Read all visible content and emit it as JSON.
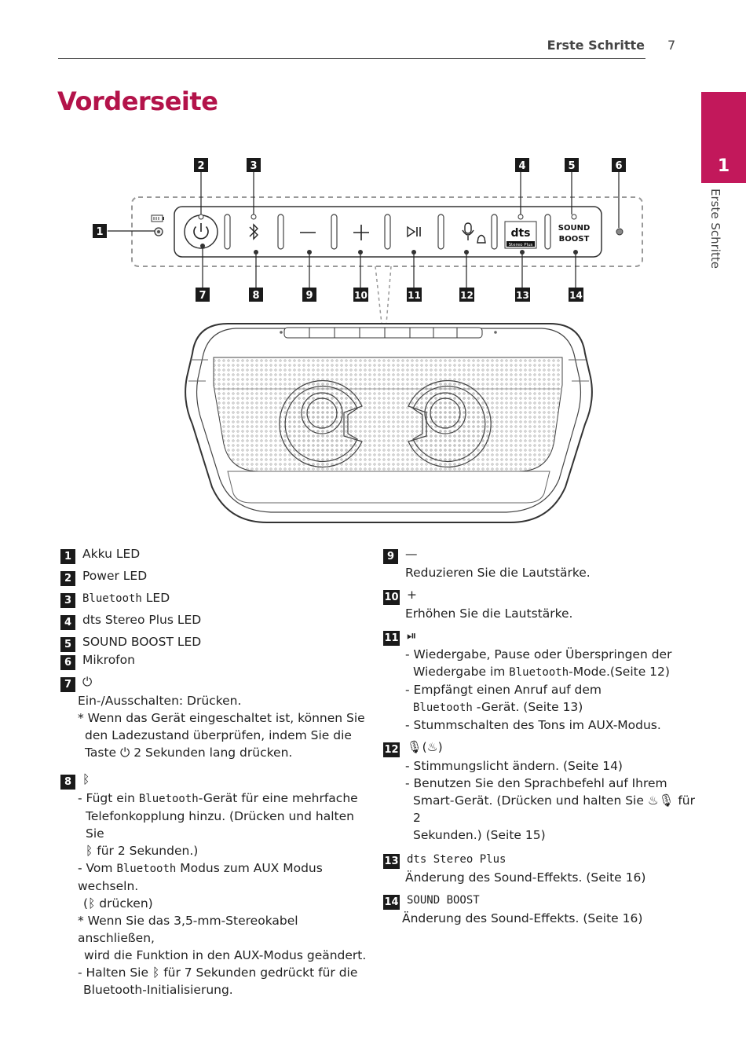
{
  "header": {
    "section": "Erste Schritte",
    "page": "7"
  },
  "side_tab": {
    "number": "1",
    "label": "Erste Schritte"
  },
  "title": "Vorderseite",
  "diagram": {
    "callouts_top": [
      "2",
      "3",
      "4",
      "5",
      "6"
    ],
    "callout_left": "1",
    "callouts_bottom": [
      "7",
      "8",
      "9",
      "10",
      "11",
      "12",
      "13",
      "14"
    ],
    "dts_logo": "dts",
    "dts_sub": "Stereo Plus",
    "sound_label_1": "SOUND",
    "sound_label_2": "BOOST"
  },
  "legend_left": {
    "i1": {
      "num": "1",
      "text": "Akku LED"
    },
    "i2": {
      "num": "2",
      "text": "Power LED"
    },
    "i3": {
      "num": "3",
      "name": "Bluetooth",
      "text": " LED"
    },
    "i4": {
      "num": "4",
      "text": "dts Stereo Plus LED"
    },
    "i5": {
      "num": "5",
      "text": "SOUND BOOST LED"
    },
    "i6": {
      "num": "6",
      "text": "Mikrofon"
    },
    "i7": {
      "num": "7",
      "icon": "power-icon",
      "line1": "Ein-/Ausschalten: Drücken.",
      "note1": "* Wenn das Gerät eingeschaltet ist, können Sie",
      "note2": "den Ladezustand überprüfen, indem Sie die",
      "note3a": "Taste ",
      "note3b": " 2 Sekunden lang drücken."
    },
    "i8": {
      "num": "8",
      "icon": "bluetooth-icon",
      "a1a": "- Fügt ein ",
      "a1name": "Bluetooth",
      "a1b": "-Gerät für eine mehrfache",
      "a2": "Telefonkopplung hinzu. (Drücken und halten Sie",
      "a3": " für 2 Sekunden.)",
      "b1a": "- Vom ",
      "b1name": "Bluetooth",
      "b1b": " Modus zum AUX Modus wechseln.",
      "b2a": "(",
      "b2b": " drücken)",
      "c1": "* Wenn Sie das 3,5-mm-Stereokabel anschließen,",
      "c2": "wird die Funktion in den AUX-Modus geändert.",
      "d1a": "- Halten Sie ",
      "d1b": " für 7 Sekunden gedrückt für die",
      "d2": "Bluetooth-Initialisierung."
    }
  },
  "legend_right": {
    "i9": {
      "num": "9",
      "icon": "minus-icon",
      "text": "Reduzieren Sie die Lautstärke."
    },
    "i10": {
      "num": "10",
      "icon": "plus-icon",
      "text": "Erhöhen Sie die Lautstärke."
    },
    "i11": {
      "num": "11",
      "icon": "play-pause-icon",
      "a1": "- Wiedergabe, Pause oder Überspringen der",
      "a2a": "Wiedergabe im ",
      "a2name": "Bluetooth",
      "a2b": "-Mode.(Seite 12)",
      "b1": "- Empfängt einen Anruf auf dem",
      "b2name": "Bluetooth",
      "b2b": " -Gerät. (Seite 13)",
      "c1": "- Stummschalten des Tons im AUX-Modus."
    },
    "i12": {
      "num": "12",
      "icon": "microphone-mood-icon",
      "a1": "- Stimmungslicht ändern. (Seite 14)",
      "b1": "- Benutzen Sie den Sprachbefehl auf Ihrem",
      "b2a": "Smart-Gerät.  (Drücken und halten Sie ",
      "b2b": " für 2",
      "b3": "Sekunden.) (Seite 15)"
    },
    "i13": {
      "num": "13",
      "name": "dts Stereo Plus",
      "text": "Änderung des Sound-Effekts. (Seite 16)"
    },
    "i14": {
      "num": "14",
      "name": "SOUND BOOST",
      "text": "Änderung des Sound-Effekts. (Seite 16)"
    }
  }
}
